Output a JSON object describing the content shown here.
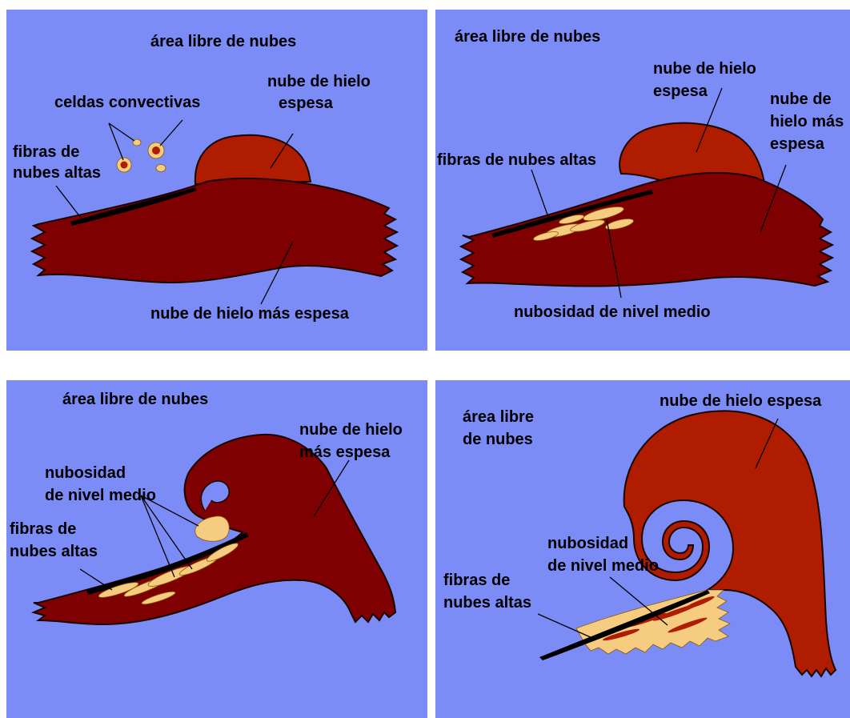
{
  "colors": {
    "background": "#7b8cf6",
    "thick_ice_cloud": "#b01c00",
    "thicker_ice_cloud": "#7f0000",
    "mid_level_cloud": "#f6cd80",
    "high_cloud_fibers": "#000000"
  },
  "panels": [
    {
      "labels": {
        "cloud_free_area": "área libre de nubes",
        "thick_ice_cloud": [
          "nube de hielo",
          "espesa"
        ],
        "convective_cells": "celdas convectivas",
        "high_cloud_fibers": [
          "fibras de",
          "nubes altas"
        ],
        "thicker_ice_cloud": "nube de hielo más espesa"
      }
    },
    {
      "labels": {
        "cloud_free_area": "área libre de nubes",
        "thick_ice_cloud": [
          "nube de hielo",
          "espesa"
        ],
        "thicker_ice_cloud": [
          "nube de",
          "hielo más",
          "espesa"
        ],
        "high_cloud_fibers": "fibras de nubes altas",
        "mid_level_cloud": "nubosidad de nivel medio"
      }
    },
    {
      "labels": {
        "cloud_free_area": "área libre de nubes",
        "thicker_ice_cloud": [
          "nube de hielo",
          "más espesa"
        ],
        "mid_level_cloud": [
          "nubosidad",
          "de nivel medio"
        ],
        "high_cloud_fibers": [
          "fibras de",
          "nubes altas"
        ]
      }
    },
    {
      "labels": {
        "thick_ice_cloud": "nube de hielo espesa",
        "cloud_free_area": [
          "área libre",
          "de nubes"
        ],
        "mid_level_cloud": [
          "nubosidad",
          "de nivel medio"
        ],
        "high_cloud_fibers": [
          "fibras de",
          "nubes altas"
        ]
      }
    }
  ]
}
